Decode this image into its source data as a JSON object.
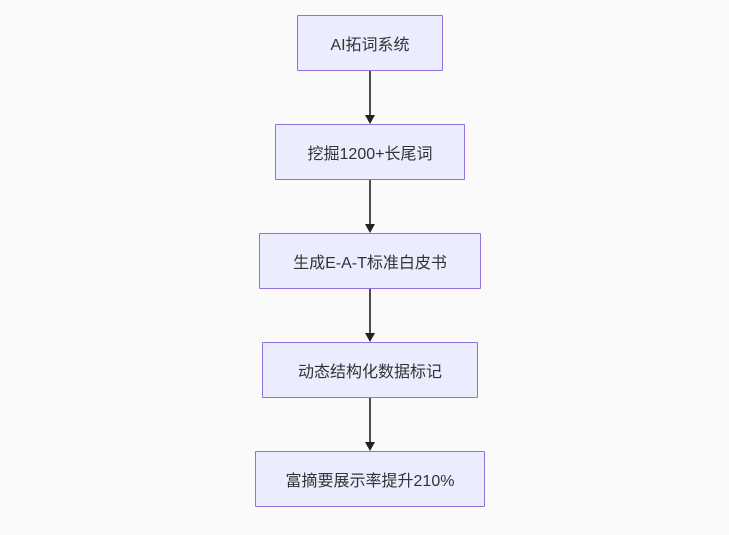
{
  "diagram": {
    "type": "flowchart",
    "direction": "top-down",
    "nodes": [
      {
        "id": "step-1",
        "label": "AI拓词系统"
      },
      {
        "id": "step-2",
        "label": "挖掘1200+长尾词"
      },
      {
        "id": "step-3",
        "label": "生成E-A-T标准白皮书"
      },
      {
        "id": "step-4",
        "label": "动态结构化数据标记"
      },
      {
        "id": "step-5",
        "label": "富摘要展示率提升210%"
      }
    ],
    "edges": [
      {
        "from": "AI拓词系统",
        "to": "挖掘1200+长尾词",
        "style": "arrow-down"
      },
      {
        "from": "挖掘1200+长尾词",
        "to": "生成E-A-T标准白皮书",
        "style": "arrow-down"
      },
      {
        "from": "生成E-A-T标准白皮书",
        "to": "动态结构化数据标记",
        "style": "arrow-down"
      },
      {
        "from": "动态结构化数据标记",
        "to": "富摘要展示率提升210%",
        "style": "arrow-down"
      }
    ],
    "colors": {
      "background": "#fafafa",
      "node_fill": "#ececff",
      "node_border": "#9370db",
      "text_color": "#333333",
      "edge_color": "#4d4d4d",
      "arrowhead_color": "#222222"
    }
  }
}
